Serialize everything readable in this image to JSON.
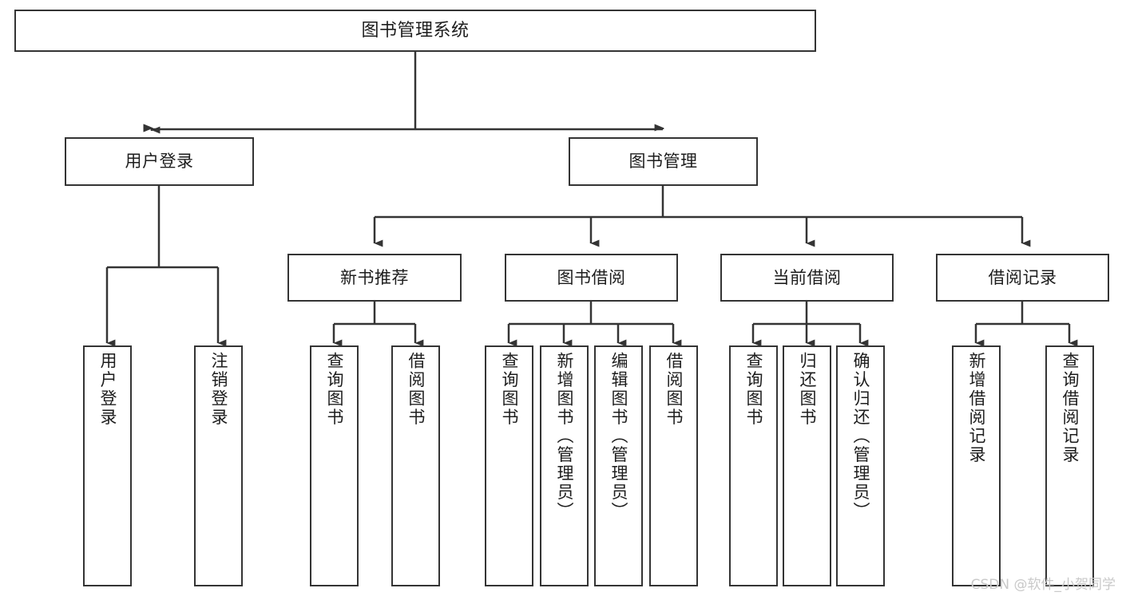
{
  "diagram": {
    "title": "图书管理系统",
    "root": {
      "label": "图书管理系统"
    },
    "level2": [
      {
        "label": "用户登录"
      },
      {
        "label": "图书管理"
      }
    ],
    "level3": [
      {
        "label": "新书推荐"
      },
      {
        "label": "图书借阅"
      },
      {
        "label": "当前借阅"
      },
      {
        "label": "借阅记录"
      }
    ],
    "leaves": {
      "user_login": [
        {
          "label": "用户登录"
        },
        {
          "label": "注销登录"
        }
      ],
      "new_book_recommend": [
        {
          "label": "查询图书"
        },
        {
          "label": "借阅图书"
        }
      ],
      "book_borrow": [
        {
          "label": "查询图书"
        },
        {
          "label": "新增图书（管理员）"
        },
        {
          "label": "编辑图书（管理员）"
        },
        {
          "label": "借阅图书"
        }
      ],
      "current_borrow": [
        {
          "label": "查询图书"
        },
        {
          "label": "归还图书"
        },
        {
          "label": "确认归还（管理员）"
        }
      ],
      "borrow_record": [
        {
          "label": "新增借阅记录"
        },
        {
          "label": "查询借阅记录"
        }
      ]
    }
  },
  "watermark": {
    "text": "CSDN @软件_小贺同学"
  },
  "colors": {
    "stroke": "#343434",
    "text": "#1d1d1d",
    "background": "#ffffff",
    "watermark": "#c9c9c9"
  }
}
